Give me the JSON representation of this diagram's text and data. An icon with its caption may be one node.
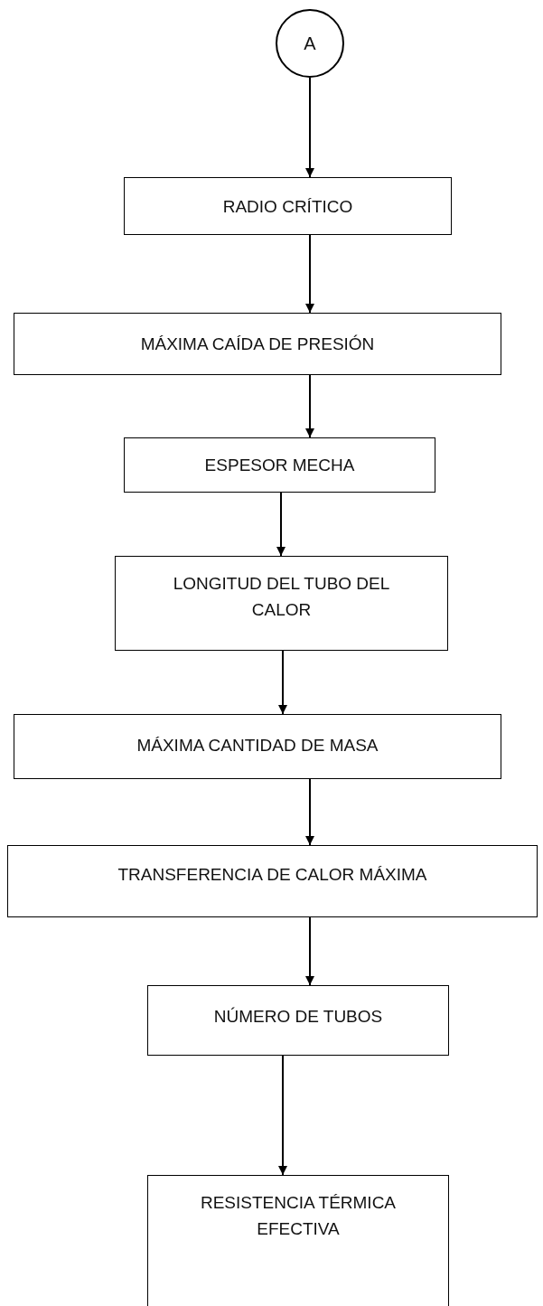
{
  "diagram": {
    "nodes": [
      {
        "text": [
          "A"
        ]
      },
      {
        "text": [
          "RADIO CRÍTICO"
        ]
      },
      {
        "text": [
          "MÁXIMA CAÍDA DE PRESIÓN"
        ]
      },
      {
        "text": [
          "ESPESOR MECHA"
        ]
      },
      {
        "text": [
          "LONGITUD DEL TUBO DEL CALOR"
        ]
      },
      {
        "text": [
          "MÁXIMA CANTIDAD DE MASA"
        ]
      },
      {
        "text": [
          "TRANSFERENCIA DE CALOR MÁXIMA"
        ]
      },
      {
        "text": [
          "NÚMERO DE TUBOS"
        ]
      },
      {
        "text": [
          "RESISTENCIA TÉRMICA EFECTIVA"
        ]
      }
    ],
    "edges": [
      {
        "from": 0,
        "to": 1,
        "arrow": "to"
      },
      {
        "from": 1,
        "to": 2,
        "arrow": "to"
      },
      {
        "from": 2,
        "to": 3,
        "arrow": "to"
      },
      {
        "from": 3,
        "to": 4,
        "arrow": "to"
      },
      {
        "from": 4,
        "to": 5,
        "arrow": "to"
      },
      {
        "from": 5,
        "to": 6,
        "arrow": "to"
      },
      {
        "from": 6,
        "to": 7,
        "arrow": "to"
      },
      {
        "from": 7,
        "to": 8,
        "arrow": "to"
      }
    ]
  }
}
